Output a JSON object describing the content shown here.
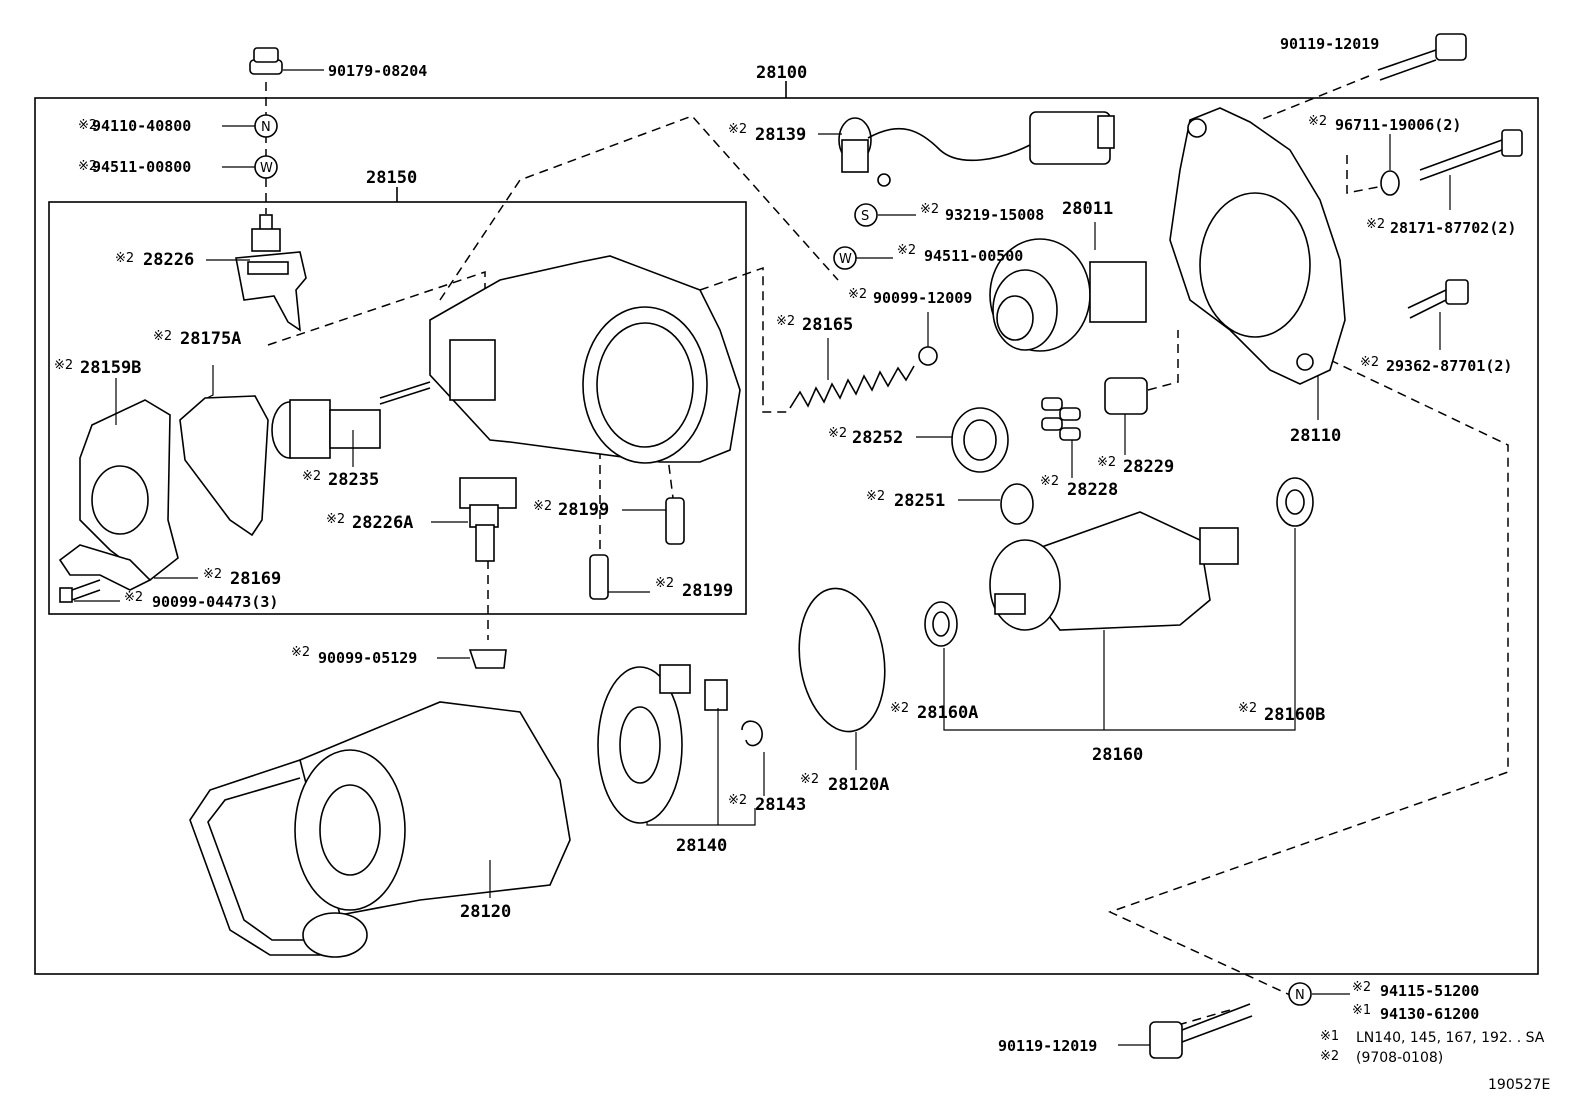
{
  "labels": {
    "l90179": "90179-08204",
    "l28100": "28100",
    "l90119top": "90119-12019",
    "l94110": "94110-40800",
    "l94511a": "94511-00800",
    "l28150": "28150",
    "l28226": "28226",
    "l28175A": "28175A",
    "l28159B": "28159B",
    "l28235": "28235",
    "l28226A": "28226A",
    "l28169": "28169",
    "l90099_04473": "90099-04473(3)",
    "l28199a": "28199",
    "l28199b": "28199",
    "l90099_05129": "90099-05129",
    "l28139": "28139",
    "l93219": "93219-15008",
    "l94511b": "94511-00500",
    "l90099_12009": "90099-12009",
    "l28165": "28165",
    "l28011": "28011",
    "l96711": "96711-19006(2)",
    "l28171": "28171-87702(2)",
    "l29362": "29362-87701(2)",
    "l28110": "28110",
    "l28252": "28252",
    "l28228": "28228",
    "l28229": "28229",
    "l28251": "28251",
    "l28160A": "28160A",
    "l28160B": "28160B",
    "l28160": "28160",
    "l28120A": "28120A",
    "l28143": "28143",
    "l28140": "28140",
    "l28120": "28120",
    "l94115": "94115-51200",
    "l94130": "94130-61200",
    "l90119bot": "90119-12019"
  },
  "marks": {
    "ref1": "※1",
    "ref2": "※2"
  },
  "badges": {
    "nut": "N",
    "washer": "W",
    "spring_washer": "S"
  },
  "notes": {
    "note1": "LN140, 145, 167, 192. . SA",
    "note2": "(9708-0108)"
  },
  "diagram_id": "190527E"
}
